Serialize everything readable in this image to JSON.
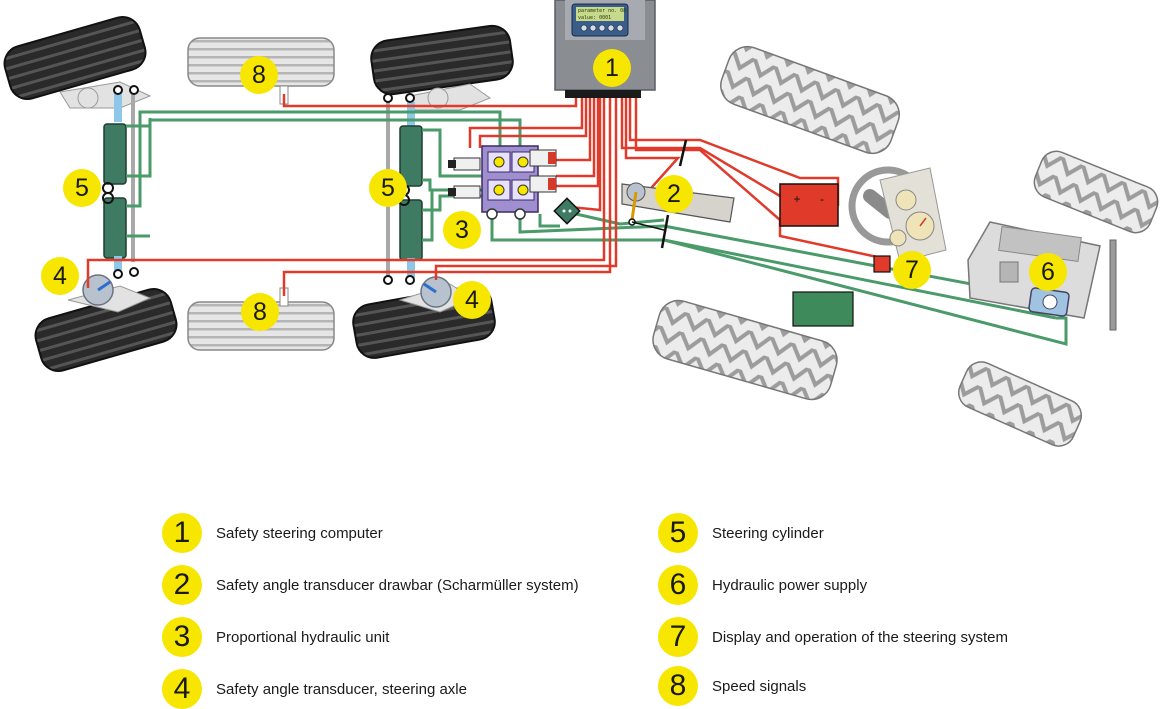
{
  "components": [
    {
      "number": "1",
      "label": "Safety steering computer"
    },
    {
      "number": "2",
      "label": "Safety angle transducer drawbar (Scharmüller system)"
    },
    {
      "number": "3",
      "label": "Proportional hydraulic unit"
    },
    {
      "number": "4",
      "label": "Safety angle transducer, steering axle"
    },
    {
      "number": "5",
      "label": "Steering cylinder"
    },
    {
      "number": "6",
      "label": "Hydraulic power supply"
    },
    {
      "number": "7",
      "label": "Display and operation of the steering system"
    },
    {
      "number": "8",
      "label": "Speed signals"
    }
  ],
  "computer_display": {
    "line1": "parameter no. 08",
    "line2": "value: 0001"
  },
  "battery": {
    "plus": "+",
    "minus": "-"
  },
  "colors": {
    "badge": "#f7e600",
    "electric_wire": "#e03a2a",
    "hydraulic_line": "#4a9a6a",
    "valve_block": "#a08fd0",
    "controller": "#8a8d92"
  }
}
